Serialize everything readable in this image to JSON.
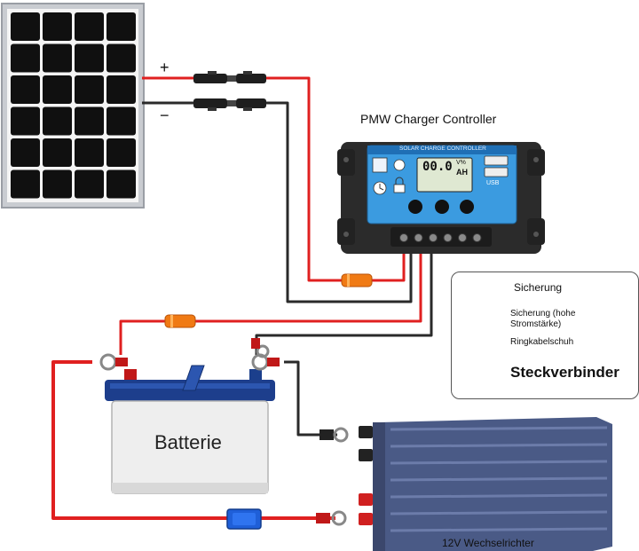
{
  "labels": {
    "plus": "+",
    "minus": "−",
    "controller_title": "PMW Charger Controller",
    "controller_screen_title": "SOLAR CHARGE CONTROLLER",
    "lcd_value": "00.0",
    "lcd_units_top": "V%",
    "lcd_units_bottom": "AH",
    "usb_label": "USB",
    "battery_label": "Batterie",
    "inverter_label": "12V Wechselrichter"
  },
  "legend": {
    "items": [
      {
        "label": "Sicherung",
        "icon": "small-fuse-icon"
      },
      {
        "label": "Sicherung (hohe Stromstärke)",
        "icon": "high-current-fuse-icon"
      },
      {
        "label": "Ringkabelschuh",
        "icon": "ring-terminal-icon"
      },
      {
        "label": "Steckverbinder",
        "icon": "mc4-connector-icon"
      }
    ]
  },
  "colors": {
    "positive_wire": "#e02020",
    "negative_wire": "#2a2a2a",
    "fuse_orange": "#f07a14",
    "fuse_blue": "#1f5fd8",
    "controller_screen": "#3b9be0",
    "inverter_body": "#4a5a86"
  }
}
